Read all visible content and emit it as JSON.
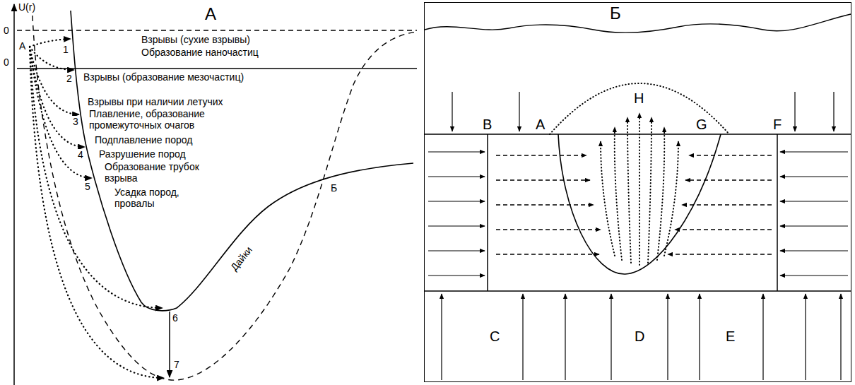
{
  "diagram": {
    "nodes": [
      {
        "text": [
          "Б"
        ]
      }
    ],
    "labels": [
      "U(r)",
      "А",
      "0",
      "A",
      "1",
      "Взрывы (сухие взрывы)",
      "Образование наночастиц",
      "0",
      "2",
      "Взрывы (образование мезочастиц)",
      "Взрывы при наличии летучих",
      "3",
      "Плавление, образование промежуточных очагов",
      "4",
      "Подплавление пород",
      "Разрушение пород",
      "5",
      "Образование трубок взрыва",
      "Усадка пород, провалы",
      "Б",
      "Дайки",
      "6",
      "7",
      "H",
      "B",
      "A",
      "G",
      "F",
      "C",
      "D",
      "E"
    ]
  }
}
